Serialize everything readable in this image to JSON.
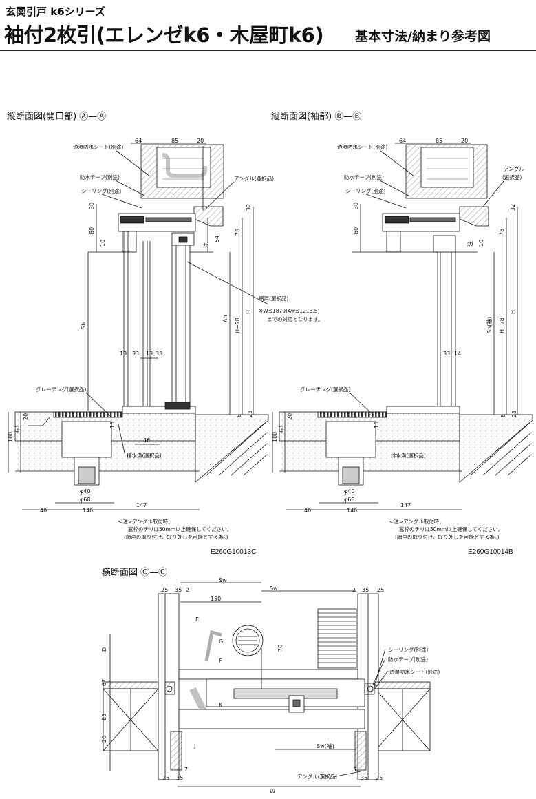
{
  "header": {
    "series": "玄関引戸 k6シリーズ",
    "title": "袖付2枚引(エレンゼk6・木屋町k6)",
    "subtitle": "基本寸法/納まり参考図"
  },
  "sections": {
    "left_title": "縦断面図(開口部) Ⓐ—Ⓐ",
    "right_title": "縦断面図(袖部) Ⓑ—Ⓑ",
    "bottom_title": "横断面図 Ⓒ—Ⓒ"
  },
  "codes": {
    "left": "E260G10013C",
    "right": "E260G10014B"
  },
  "labels": {
    "sheet": "透湿防水シート(別途)",
    "tape": "防水テープ(別途)",
    "seal": "シーリング(別途)",
    "angle": "アングル(選択品)",
    "angle_right_1": "アングル",
    "angle_right_2": "(選択品)",
    "screen": "網戸(選択品)",
    "screen_note1": "※W≦1870(Aw≦1218.5)",
    "screen_note2": "までの対応となります。",
    "grating": "グレーチング(選択品)",
    "drain": "排水溝(選択品)",
    "note_line1": "<注>アングル取付時、",
    "note_line2": "窓枠のチリは50mm以上確保してください。",
    "note_line3": "(網戸の取り付け、取り外しを可能とする為。)",
    "note_line1_r": "<注>アングル取付時、"
  },
  "dims": {
    "d64": "64",
    "d85": "85",
    "d20": "20",
    "d30": "30",
    "d80": "80",
    "d10": "10",
    "d32": "32",
    "d78": "78",
    "d54": "54",
    "Sh": "Sh",
    "Ah": "Ah",
    "H78": "H−78",
    "H": "H",
    "d13": "13",
    "d33": "33",
    "d8": "8",
    "d23": "23",
    "d100": "100",
    "d60": "60",
    "d15": "15",
    "d46": "46",
    "d40": "40",
    "d140": "140",
    "d147": "147",
    "phi40": "φ40",
    "phi68": "φ68",
    "d14": "14",
    "Sh_sode": "Sh(袖)",
    "note_chu": "注",
    "Sw": "Sw",
    "Sw2": "Sw",
    "d25": "25",
    "d35": "35",
    "d2": "2",
    "d150": "150",
    "d70": "70",
    "D": "D",
    "d67": "67",
    "d85b": "85",
    "d20b": "20",
    "d7": "7",
    "E": "E",
    "G": "G",
    "F": "F",
    "J": "J",
    "K": "K",
    "Sw_sode": "Sw(袖)",
    "W": "W"
  }
}
